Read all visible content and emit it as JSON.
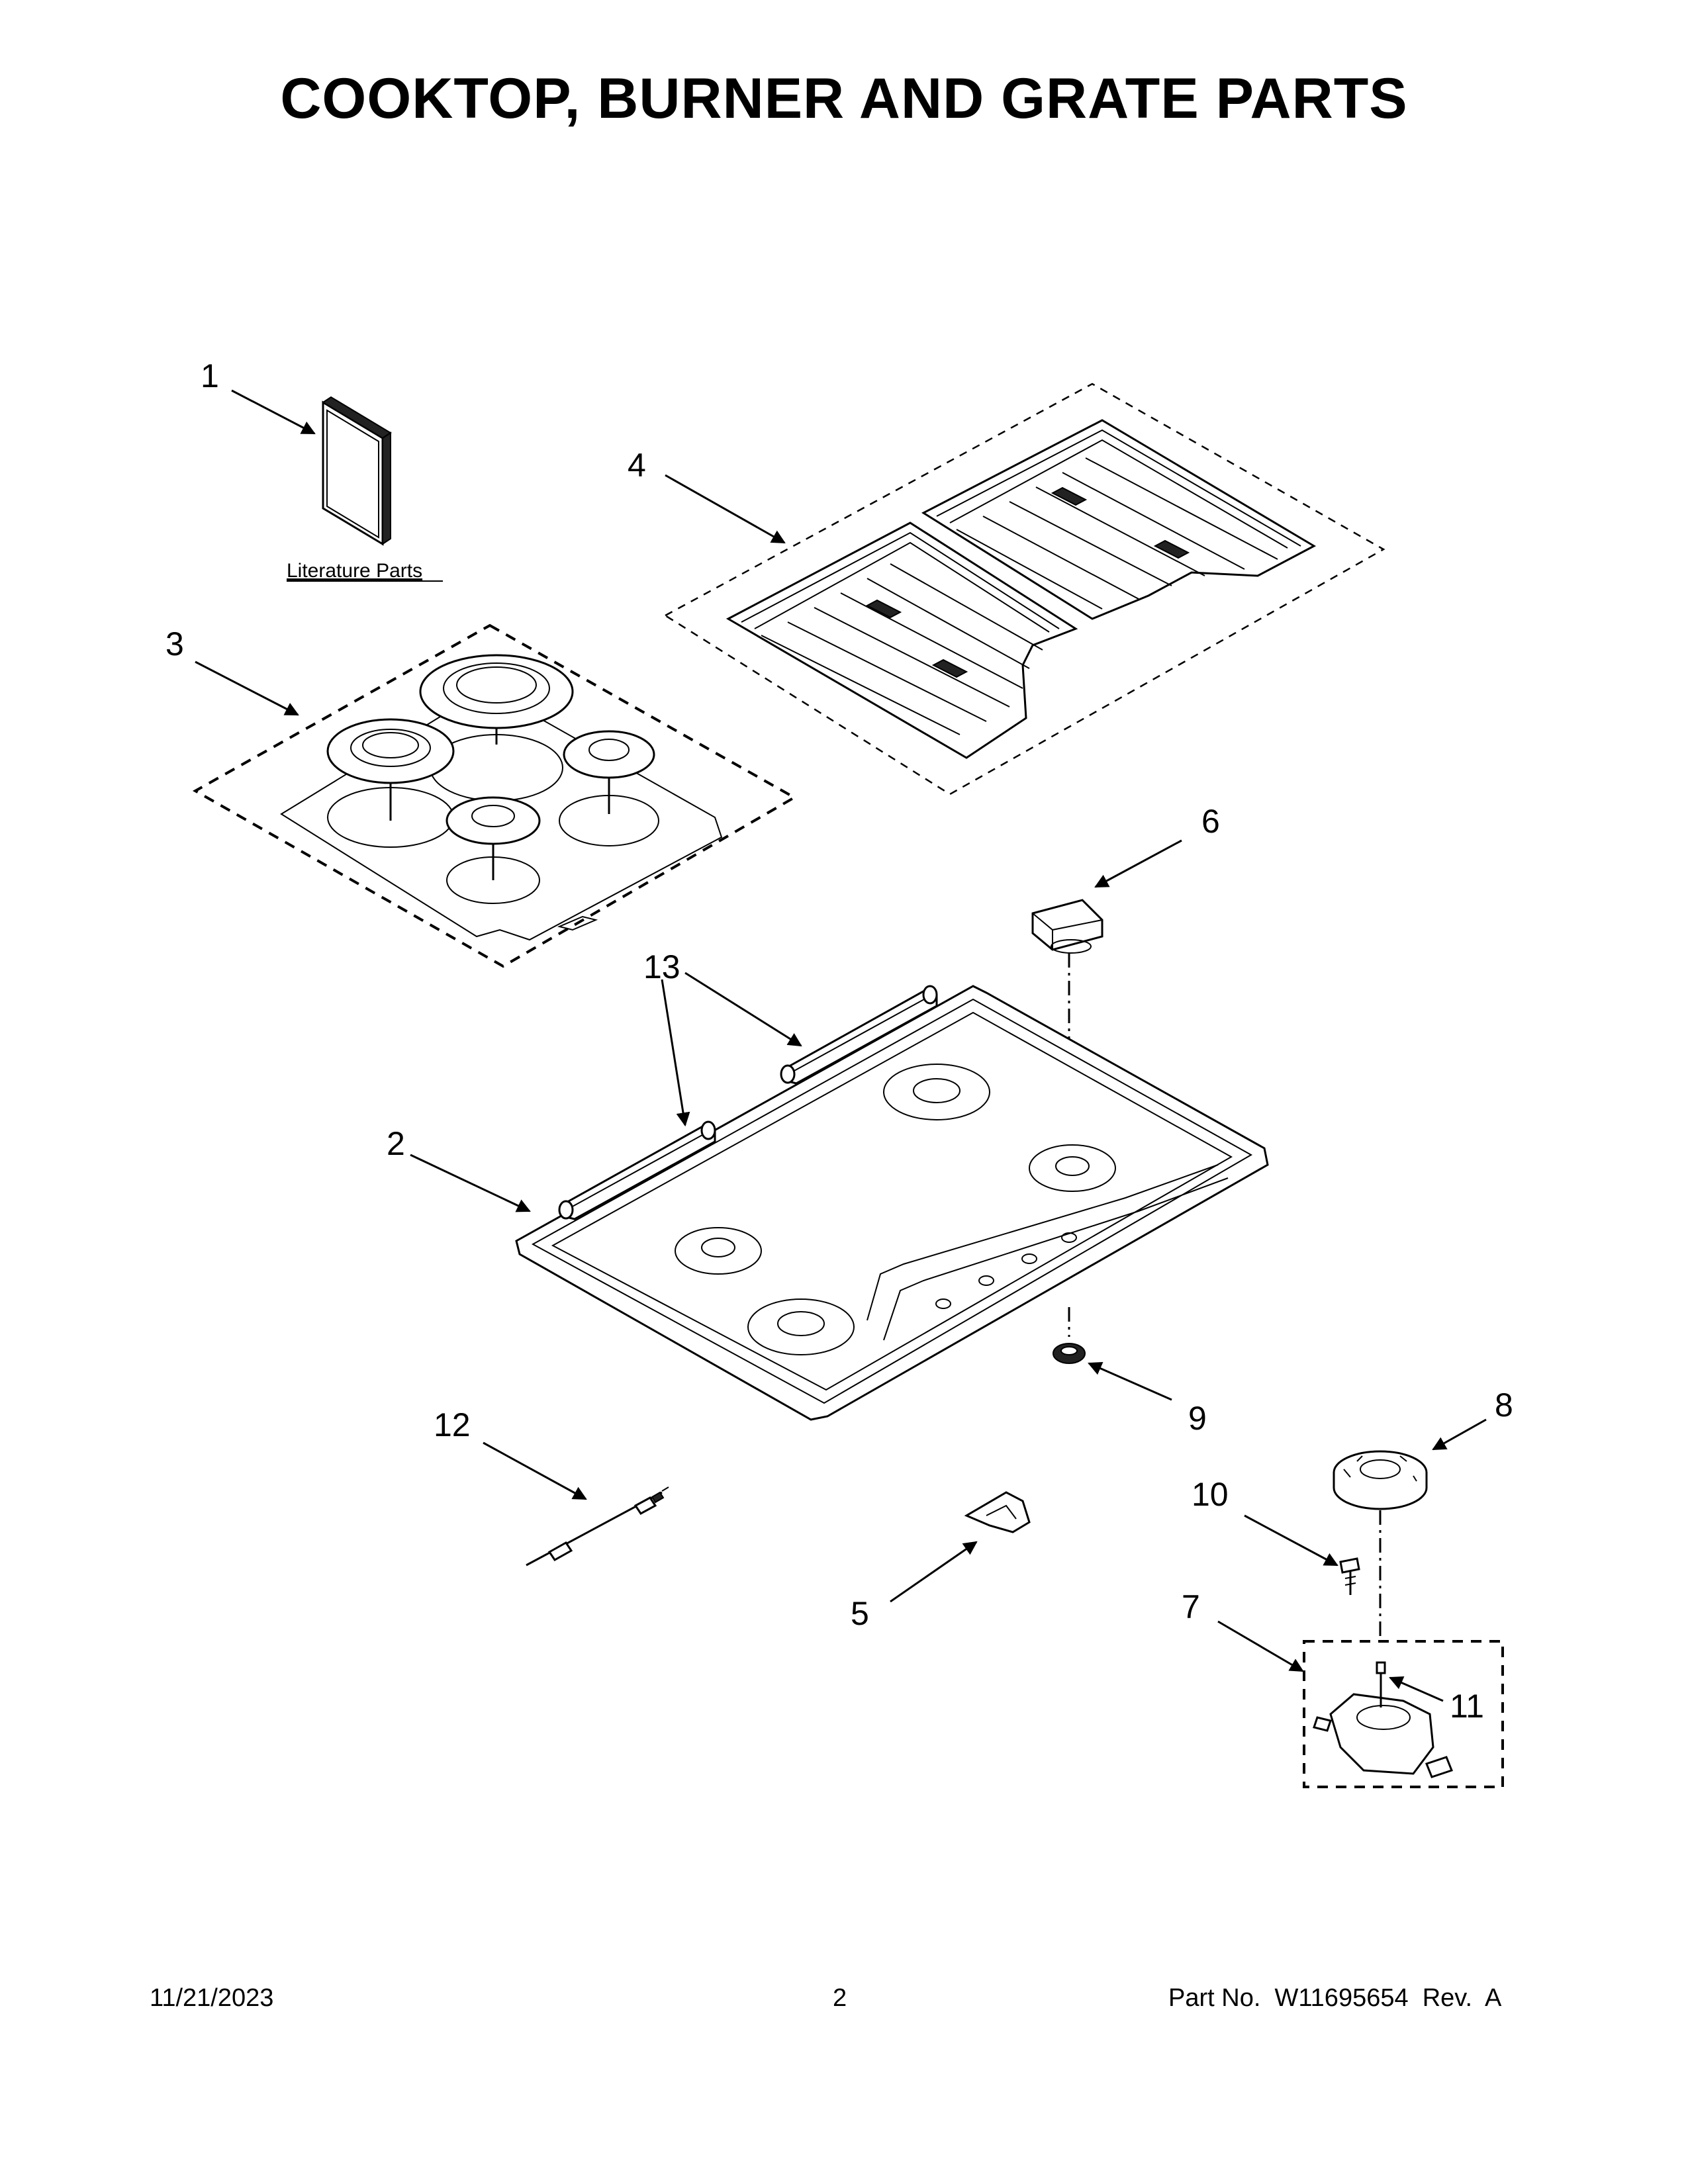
{
  "title": "COOKTOP, BURNER AND GRATE PARTS",
  "literature_label": "Literature Parts",
  "callouts": [
    "1",
    "2",
    "3",
    "4",
    "5",
    "6",
    "7",
    "8",
    "9",
    "10",
    "11",
    "12",
    "13"
  ],
  "footer": {
    "date": "11/21/2023",
    "page": "2",
    "part": "Part No.  W11695654  Rev.  A"
  }
}
